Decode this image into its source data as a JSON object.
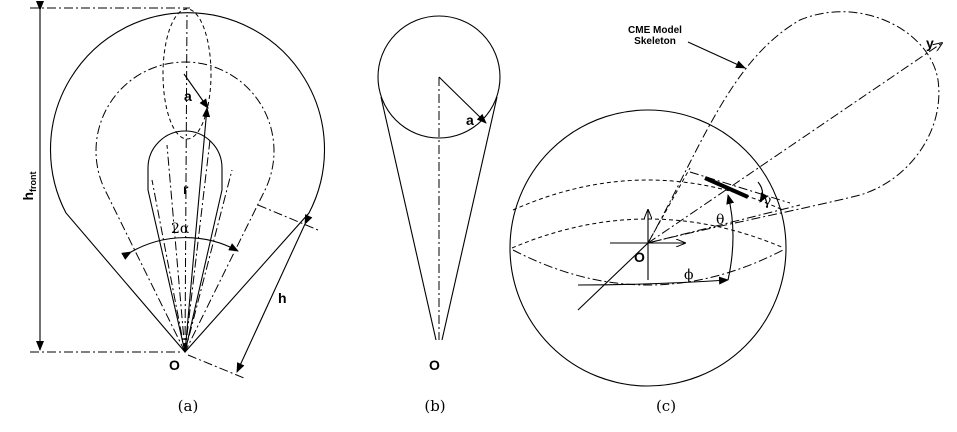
{
  "panel_a": {
    "h_front_base": "h",
    "h_front_sub": "front",
    "label_a": "a",
    "label_r": "r",
    "label_alpha": "2α",
    "label_h": "h",
    "label_o": "O",
    "caption": "(a)"
  },
  "panel_b": {
    "label_a": "a",
    "label_o": "O",
    "caption": "(b)"
  },
  "panel_c": {
    "note_line1": "CME Model",
    "note_line2": "Skeleton",
    "label_y": "y",
    "label_gamma": "γ",
    "label_theta": "θ",
    "label_phi": "ϕ",
    "label_o": "O",
    "caption": "(c)"
  }
}
